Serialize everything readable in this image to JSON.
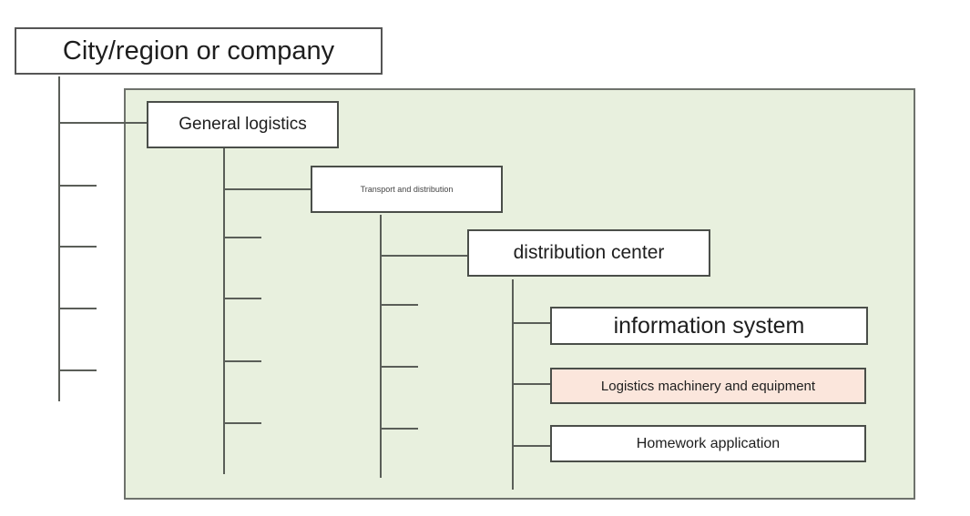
{
  "diagram": {
    "root": {
      "label": "City/region or company"
    },
    "level1": {
      "label": "General logistics"
    },
    "level2": {
      "label": "Transport and distribution"
    },
    "level3": {
      "label": "distribution center"
    },
    "level4": [
      {
        "label": "information system",
        "fill": "#ffffff"
      },
      {
        "label": "Logistics machinery and equipment",
        "fill": "#fbe6dc"
      },
      {
        "label": "Homework application",
        "fill": "#ffffff"
      }
    ],
    "colors": {
      "panel_background": "#e8f0de",
      "line": "#5a5e58",
      "highlight_node": "#fbe6dc"
    }
  }
}
